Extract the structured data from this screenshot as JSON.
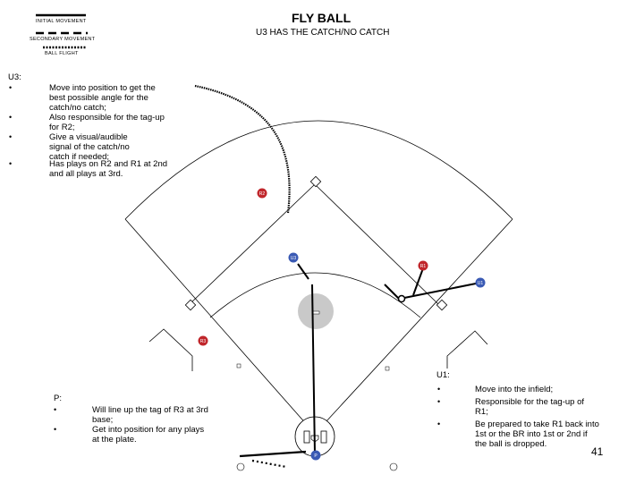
{
  "header": {
    "title": "FLY BALL",
    "subtitle": "U3 HAS THE CATCH/NO CATCH"
  },
  "legend": {
    "initial": "INITIAL MOVEMENT",
    "secondary": "SECONDARY MOVEMENT",
    "ball": "BALL FLIGHT"
  },
  "u3": {
    "heading": "U3:",
    "items": [
      "Move into position to get the best possible angle for the catch/no catch;",
      "Also responsible for the tag-up for R2;",
      "Give a visual/audible signal of the catch/no catch if needed;",
      "Has plays on R2 and R1 at 2nd and all plays at 3rd."
    ]
  },
  "u1": {
    "heading": "U1:",
    "items": [
      "Move into the infield;",
      "Responsible for the tag-up of R1;",
      "Be prepared to take R1 back into 1st or the BR into 1st or 2nd if the ball is dropped."
    ]
  },
  "p": {
    "heading": "P:",
    "items": [
      "Will line up the tag of R3 at 3rd base;",
      "Get into position for any plays at the plate."
    ]
  },
  "markers": {
    "r2": "R2",
    "u3": "U3",
    "r1": "R1",
    "u1": "U1",
    "r3": "R3",
    "p": "P"
  },
  "page_number": "41",
  "colors": {
    "runner": "#c0262b",
    "umpire": "#3a5ab4",
    "field_line": "#000000",
    "mound": "#c9c9c9"
  }
}
